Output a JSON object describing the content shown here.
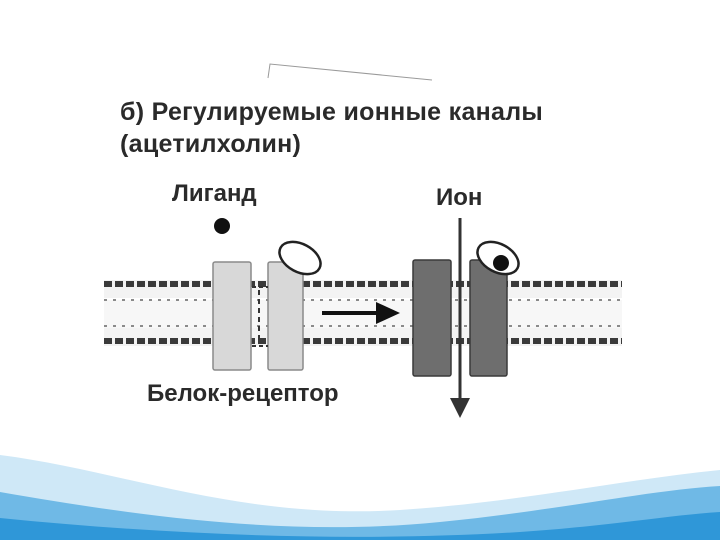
{
  "title": {
    "line1": "б) Регулируемые ионные каналы",
    "line2": "(ацетилхолин)"
  },
  "labels": {
    "ligand": "Лиганд",
    "ion": "Ион",
    "receptor": "Белок-рецептор"
  },
  "colors": {
    "text": "#2a2a2a",
    "closed_channel": "#d8d8d8",
    "open_channel": "#6e6e6e",
    "ligand": "#111111",
    "wave_light": "#cfe8f7",
    "wave_mid": "#6fb9e6",
    "wave_dark": "#2f97d8"
  },
  "icons": {
    "ligand_dot": "filled-circle",
    "binding_site": "ellipse-outline",
    "transition_arrow": "right-arrow",
    "ion_flow_arrow": "down-arrow"
  }
}
